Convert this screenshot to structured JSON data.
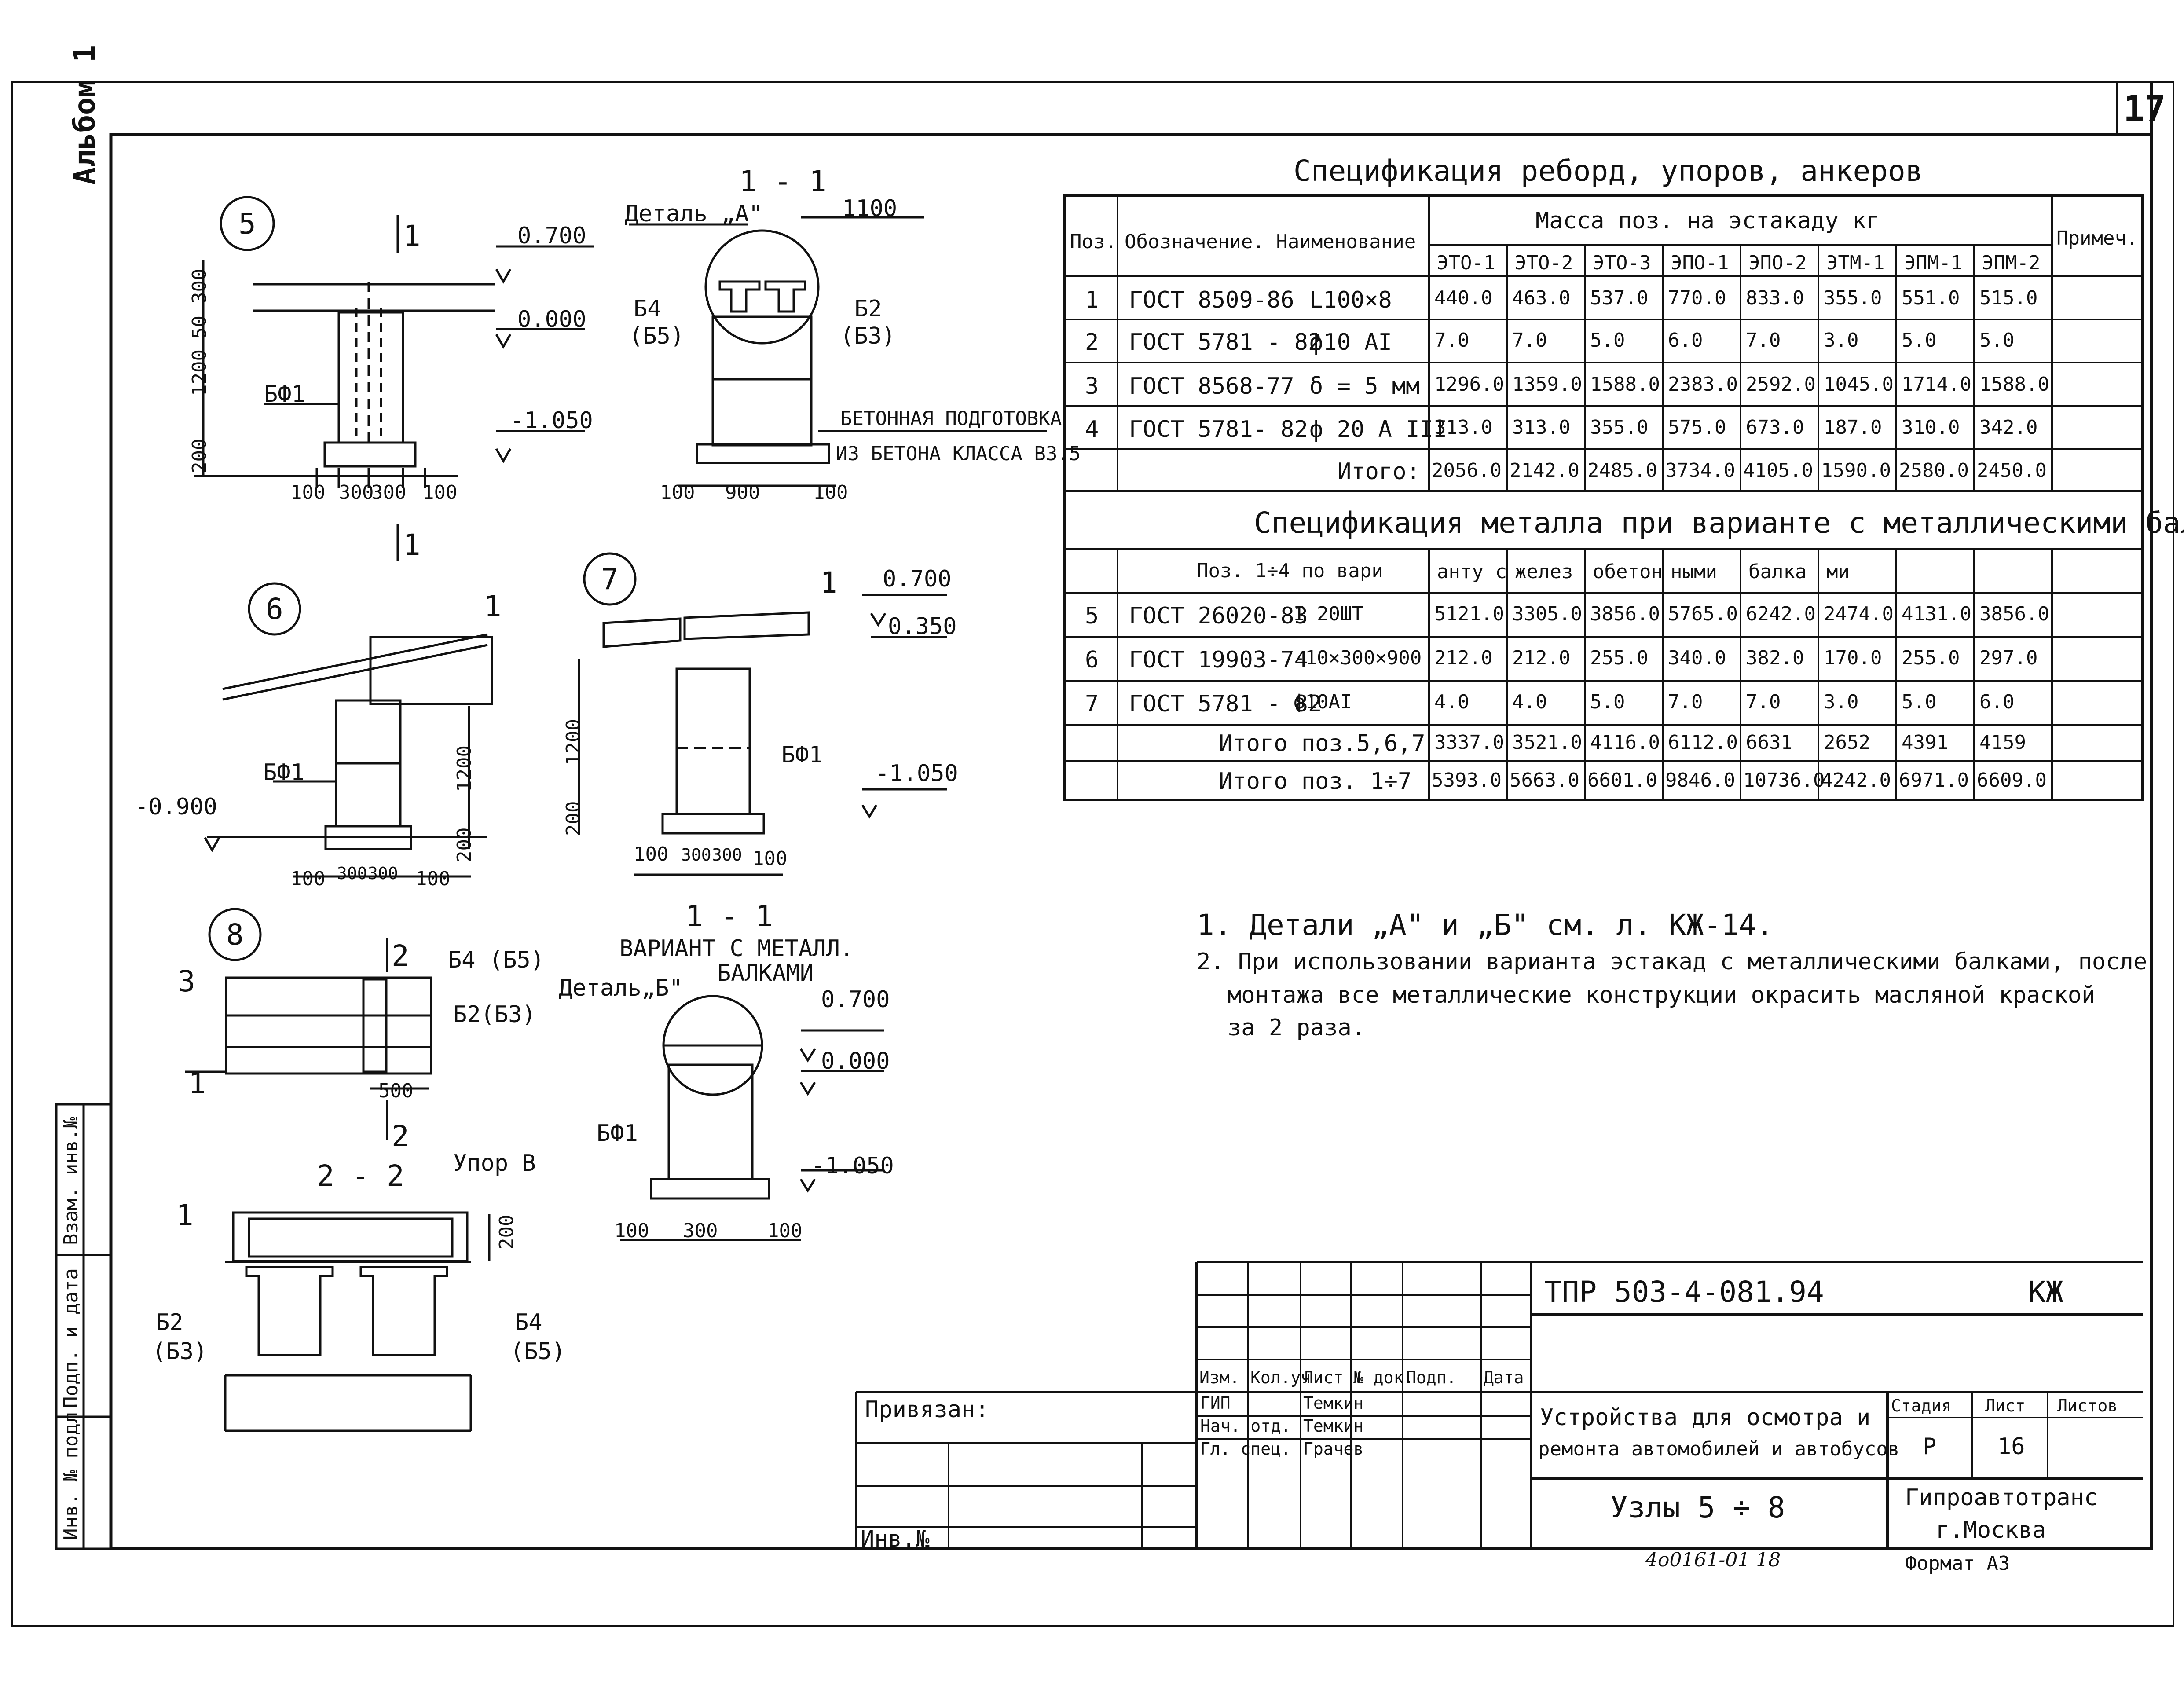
{
  "sheet": {
    "number": "17",
    "album_label": "Альбом 1",
    "side_labels": [
      "Взам. инв.№",
      "Подп. и дата",
      "Инв. № подл."
    ]
  },
  "drawing": {
    "node5": {
      "marker": "5",
      "cut_mark": "1",
      "cut_mark_bottom": "1",
      "element": "БФ1",
      "elev_top": "0.700",
      "elev_mid": "0.000",
      "elev_bot": "-1.050",
      "dims_v": [
        "50",
        "300",
        "1200",
        "200"
      ],
      "dims_h": [
        "100",
        "300",
        "300",
        "100"
      ]
    },
    "section11": {
      "title": "1 - 1",
      "detail_a": "Деталь „А\"",
      "dim_top": "1100",
      "left_label": "Б4",
      "left_label_sub": "(Б5)",
      "right_label": "Б2",
      "right_label_sub": "(Б3)",
      "note_line1": "БЕТОННАЯ ПОДГОТОВКА",
      "note_line2": "ИЗ БЕТОНА КЛАССА В3.5",
      "dims_h": [
        "100",
        "900",
        "100"
      ]
    },
    "node6": {
      "marker": "6",
      "pos": "1",
      "element": "БФ1",
      "elev": "-0.900",
      "dims_v": [
        "1200",
        "200"
      ],
      "dims_h": [
        "100",
        "300",
        "300",
        "100"
      ]
    },
    "node7": {
      "marker": "7",
      "pos": "1",
      "element": "БФ1",
      "elev_top": "0.700",
      "elev_mid": "0.350",
      "elev_bot": "-1.050",
      "dims_v": [
        "1200",
        "200"
      ],
      "dims_h": [
        "100",
        "300",
        "300",
        "100"
      ]
    },
    "node8": {
      "marker": "8",
      "cut_top": "2",
      "cut_bottom": "2",
      "pos3": "3",
      "pos1": "1",
      "label_top": "Б4 (Б5)",
      "label_mid": "Б2(Б3)",
      "dim": "500"
    },
    "section22": {
      "title": "2 - 2",
      "stop_label": "Упор В",
      "pos": "1",
      "dim": "200",
      "left_label": "Б2",
      "left_label_sub": "(Б3)",
      "right_label": "Б4",
      "right_label_sub": "(Б5)"
    },
    "section11b": {
      "title": "1 - 1",
      "subtitle1": "ВАРИАНТ С МЕТАЛЛ.",
      "subtitle2": "БАЛКАМИ",
      "detail_b": "Деталь„Б\"",
      "element": "БФ1",
      "elev_top": "0.700",
      "elev_mid": "0.000",
      "elev_bot": "-1.050",
      "dims_h": [
        "100",
        "300",
        "100"
      ]
    }
  },
  "spec1": {
    "title": "Спецификация реборд, упоров, анкеров",
    "col_pos": "Поз.",
    "col_name": "Обозначение. Наименование",
    "col_mass_group": "Масса поз. на эстакаду кг",
    "col_note": "Примеч.",
    "mass_cols": [
      "ЭТО-1",
      "ЭТО-2",
      "ЭТО-3",
      "ЭПО-1",
      "ЭПО-2",
      "ЭТМ-1",
      "ЭПМ-1",
      "ЭПМ-2"
    ],
    "rows": [
      {
        "pos": "1",
        "std": "ГОСТ 8509-86",
        "item": "L100×8",
        "values": [
          "440.0",
          "463.0",
          "537.0",
          "770.0",
          "833.0",
          "355.0",
          "551.0",
          "515.0"
        ]
      },
      {
        "pos": "2",
        "std": "ГОСТ 5781 - 82",
        "item": "ф10 АI",
        "values": [
          "7.0",
          "7.0",
          "5.0",
          "6.0",
          "7.0",
          "3.0",
          "5.0",
          "5.0"
        ]
      },
      {
        "pos": "3",
        "std": "ГОСТ 8568-77",
        "item": "δ = 5 мм",
        "values": [
          "1296.0",
          "1359.0",
          "1588.0",
          "2383.0",
          "2592.0",
          "1045.0",
          "1714.0",
          "1588.0"
        ]
      },
      {
        "pos": "4",
        "std": "ГОСТ 5781- 82",
        "item": "ф 20 А III",
        "values": [
          "313.0",
          "313.0",
          "355.0",
          "575.0",
          "673.0",
          "187.0",
          "310.0",
          "342.0"
        ]
      }
    ],
    "total_label": "Итого:",
    "total_values": [
      "2056.0",
      "2142.0",
      "2485.0",
      "3734.0",
      "4105.0",
      "1590.0",
      "2580.0",
      "2450.0"
    ]
  },
  "spec2": {
    "title": "Спецификация металла при варианте с металлическими балками",
    "header_pos_range": "Поз. 1÷4 по вари",
    "header_fragments": [
      "анту с",
      "желез",
      "обетон",
      "ными",
      "балка",
      "ми"
    ],
    "rows": [
      {
        "pos": "5",
        "std": "ГОСТ 26020-83",
        "item": "I 20ШТ",
        "values": [
          "5121.0",
          "3305.0",
          "3856.0",
          "5765.0",
          "6242.0",
          "2474.0",
          "4131.0",
          "3856.0"
        ]
      },
      {
        "pos": "6",
        "std": "ГОСТ 19903-74",
        "item": "-10×300×900",
        "values": [
          "212.0",
          "212.0",
          "255.0",
          "340.0",
          "382.0",
          "170.0",
          "255.0",
          "297.0"
        ]
      },
      {
        "pos": "7",
        "std": "ГОСТ 5781 - 82",
        "item": "ф10АI",
        "values": [
          "4.0",
          "4.0",
          "5.0",
          "7.0",
          "7.0",
          "3.0",
          "5.0",
          "6.0"
        ]
      }
    ],
    "sub_total_label": "Итого поз.5,6,7",
    "sub_total_values": [
      "3337.0",
      "3521.0",
      "4116.0",
      "6112.0",
      "6631",
      "2652",
      "4391",
      "4159"
    ],
    "grand_total_label": "Итого поз. 1÷7",
    "grand_total_values": [
      "5393.0",
      "5663.0",
      "6601.0",
      "9846.0",
      "10736.0",
      "4242.0",
      "6971.0",
      "6609.0"
    ]
  },
  "notes": [
    "1. Детали „А\" и „Б\"  см. л. КЖ-14.",
    "2. При использовании варианта эстакад с металлическими балками, после",
    "монтажа все металлические конструкции окрасить масляной краской",
    "за 2 раза."
  ],
  "title_block": {
    "doc_code": "ТПР 503-4-081.94",
    "mark": "КЖ",
    "privyazan": "Привязан:",
    "inv_no": "Инв.№",
    "headers": [
      "Изм.",
      "Кол.уч",
      "Лист",
      "№ док.",
      "Подп.",
      "Дата"
    ],
    "roles": [
      {
        "role": "ГИП",
        "name": "Темкин"
      },
      {
        "role": "Нач. отд.",
        "name": "Темкин"
      },
      {
        "role": "Гл. спец.",
        "name": "Грачев"
      }
    ],
    "object_line1": "Устройства для осмотра и",
    "object_line2": "ремонта автомобилей и автобусов",
    "sheet_title": "Узлы 5 ÷ 8",
    "stage_header": "Стадия",
    "sheet_header": "Лист",
    "sheets_header": "Листов",
    "stage": "Р",
    "sheet_no": "16",
    "org1": "Гипроавтотранс",
    "org2": "г.Москва",
    "format": "Формат А3",
    "handwritten": "4о0161-01   18"
  }
}
